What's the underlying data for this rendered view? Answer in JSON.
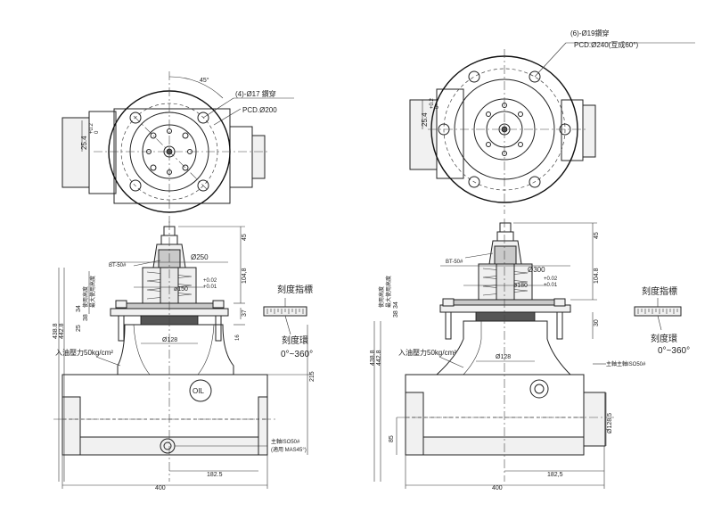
{
  "left_view": {
    "angle": "45°",
    "hole_callout": "(4)-Ø17 鑽穿",
    "pcd": "PCD.Ø200",
    "offset": "25.4",
    "offset_tol_upper": "+0.2",
    "offset_tol_lower": "0",
    "dims": {
      "d250": "Ø250",
      "d150": "ø150",
      "d150_tol_upper": "+0.02",
      "d150_tol_lower": "+0.01",
      "d128": "Ø128",
      "h45": "45",
      "h104_8": "104,8",
      "h37": "37",
      "h16": "16",
      "h215": "215",
      "h34": "34",
      "h38": "38",
      "h25": "25",
      "h438_8": "438.8",
      "h442_8": "442.8",
      "w182_5": "182.5",
      "w400": "400"
    },
    "label_bt50": "BT-50#",
    "label_use_height_1": "使用高度",
    "label_use_height_2": "最大使用高度",
    "label_pressure": "入油壓力50kg/cm²",
    "label_scale_plate": "刻度指標",
    "label_scale_ring": "刻度環",
    "label_angle_range": "0°~360°",
    "label_oil": "OIL",
    "label_spindle": "主軸ISO50#",
    "label_spindle_note": "(適用 MAS45°)"
  },
  "right_view": {
    "hole_callout": "(6)-Ø19鑽穿",
    "pcd": "PCD.Ø240(互成60°)",
    "offset": "25.4",
    "offset_tol_upper": "+0.2",
    "offset_tol_lower": "0",
    "dims": {
      "d300": "Ø300",
      "d180": "ø180",
      "d180_tol_upper": "+0.02",
      "d180_tol_lower": "+0.01",
      "d128": "Ø128",
      "d128_5": "Ø128.5",
      "h45": "45",
      "h104_8": "104.8",
      "h30": "30",
      "h34": "34",
      "h38": "38",
      "h438_8": "438.8",
      "h442_8": "442.8",
      "h85": "85",
      "w182_5": "182,5",
      "w400": "400"
    },
    "label_bt50": "BT-50#",
    "label_use_height_1": "使用高度",
    "label_use_height_2": "最大使用高度",
    "label_pressure": "入油壓力50kg/cm²",
    "label_scale_plate": "刻度指標",
    "label_scale_ring": "刻度環",
    "label_angle_range": "0°~360°",
    "label_spindle": "主軸主軸ISO50#"
  }
}
